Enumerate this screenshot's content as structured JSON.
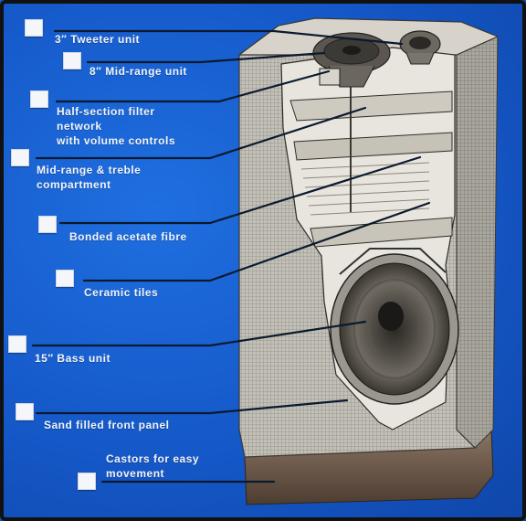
{
  "callouts": [
    {
      "id": "tweeter",
      "text": "3″ Tweeter unit"
    },
    {
      "id": "midrange",
      "text": "8″ Mid-range unit"
    },
    {
      "id": "filter",
      "text": "Half-section filter\n   network\nwith volume controls"
    },
    {
      "id": "compartment",
      "text": "Mid-range & treble\ncompartment"
    },
    {
      "id": "fibre",
      "text": "Bonded acetate fibre"
    },
    {
      "id": "tiles",
      "text": "Ceramic tiles"
    },
    {
      "id": "bass",
      "text": "15″ Bass unit"
    },
    {
      "id": "panel",
      "text": "Sand filled front panel"
    },
    {
      "id": "castors",
      "text": "Castors for easy\nmovement"
    }
  ],
  "colors": {
    "background": "#1558c8",
    "leader_line": "#0a1a2e",
    "label_text": "#f2f4f8",
    "marker": "#f4f6fa",
    "cabinet_grille": "#bdbab3",
    "cabinet_wood": "#6f5a4a"
  }
}
